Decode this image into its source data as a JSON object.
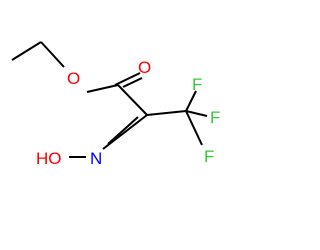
{
  "molecule": {
    "atoms": {
      "carbonyl_oxygen": "O",
      "ester_oxygen": "O",
      "hydroxy_group": "HO",
      "oxime_nitrogen": "N",
      "fluorine_top": "F",
      "fluorine_right": "F",
      "fluorine_bottom": "F"
    },
    "colors": {
      "oxygen": "#ff0000",
      "nitrogen": "#0000ff",
      "fluorine": "#33cc33",
      "carbon_bond": "#000000"
    }
  }
}
